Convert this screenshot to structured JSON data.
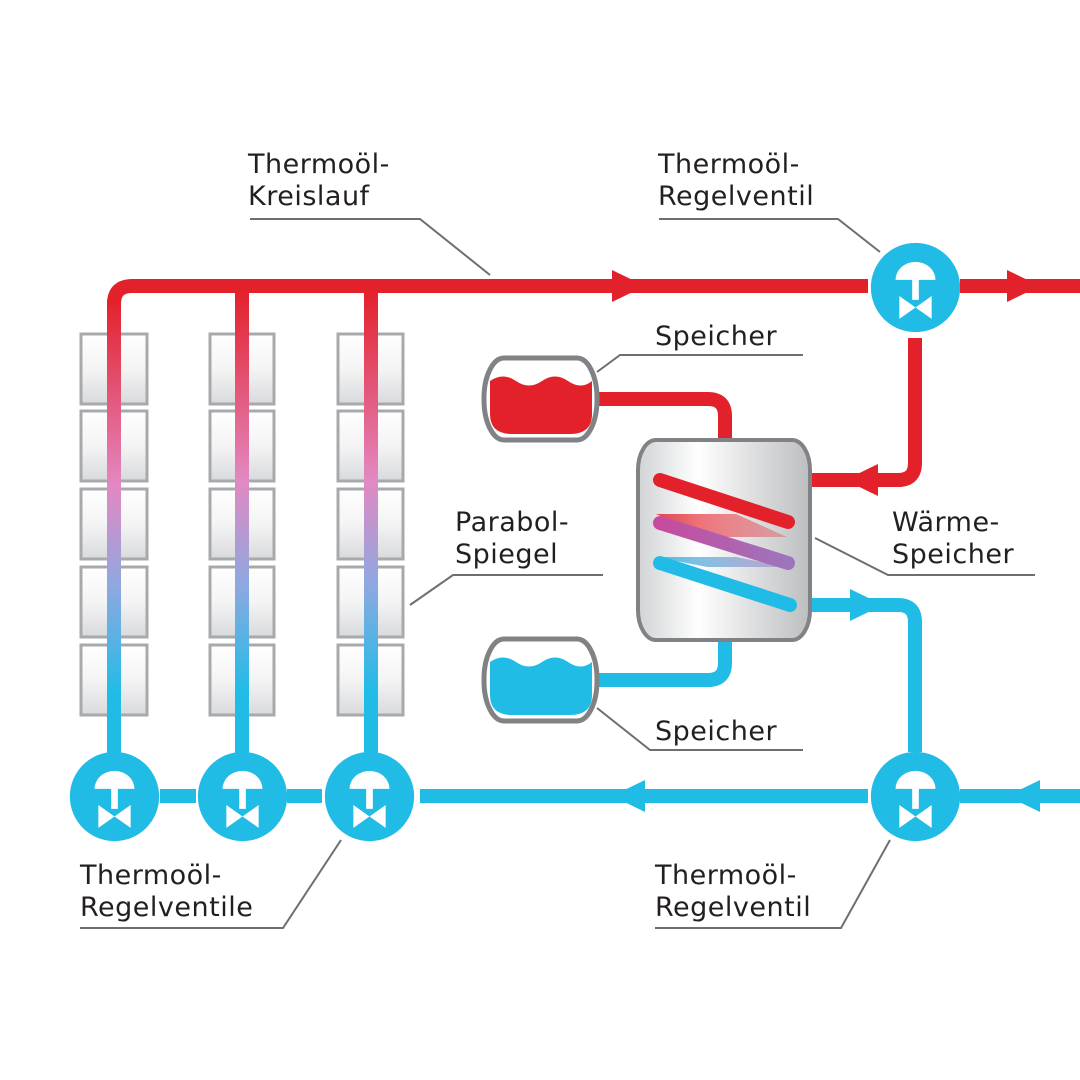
{
  "labels": {
    "loop": [
      "Thermoöl-",
      "Kreislauf"
    ],
    "valve_top": [
      "Thermoöl-",
      "Regelventil"
    ],
    "store_top": "Speicher",
    "mirror": [
      "Parabol-",
      "Spiegel"
    ],
    "heat_store": [
      "Wärme-",
      "Speicher"
    ],
    "store_bottom": "Speicher",
    "valves_left": [
      "Thermoöl-",
      "Regelventile"
    ],
    "valve_bottom": [
      "Thermoöl-",
      "Regelventil"
    ]
  },
  "colors": {
    "hot": "#e3212b",
    "cold": "#21bce6",
    "mid": "#e388c2",
    "leader": "#6d6e71",
    "panel_border": "#a7a9ac",
    "tank_border": "#808285"
  },
  "icons": [
    "control-valve-icon"
  ]
}
